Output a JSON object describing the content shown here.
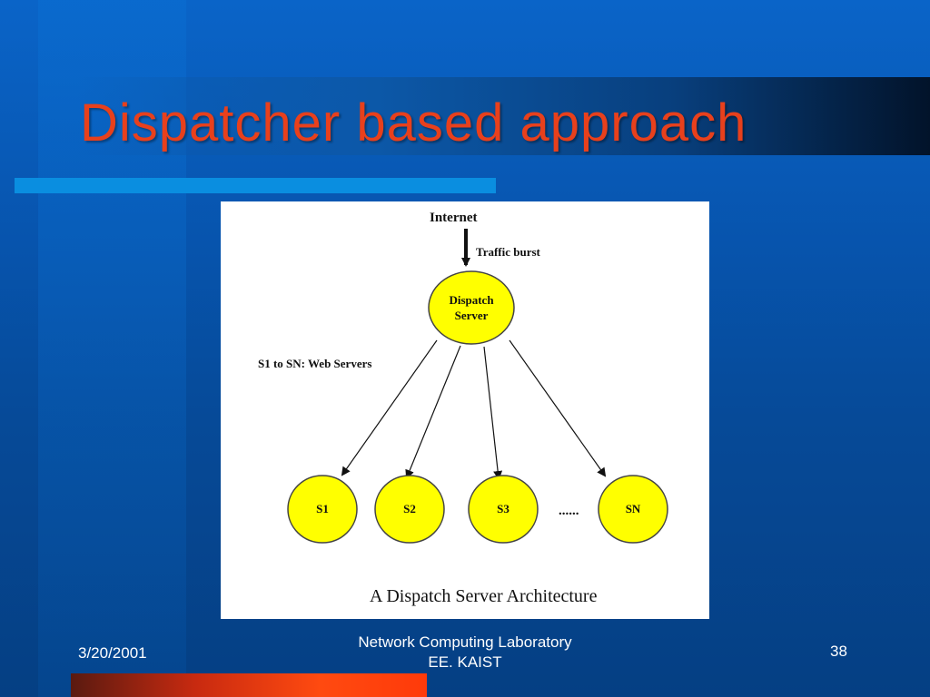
{
  "slide": {
    "title": "Dispatcher based approach",
    "footer": {
      "date": "3/20/2001",
      "org_line1": "Network Computing Laboratory",
      "org_line2": "EE. KAIST",
      "page_number": "38"
    }
  },
  "diagram": {
    "internet_label": "Internet",
    "traffic_label": "Traffic burst",
    "dispatch_label_line1": "Dispatch",
    "dispatch_label_line2": "Server",
    "legend_note": "S1 to SN:  Web Servers",
    "servers": [
      "S1",
      "S2",
      "S3",
      "SN"
    ],
    "ellipsis": "......",
    "caption": "A  Dispatch  Server  Architecture",
    "node_fill": "#ffff00",
    "node_stroke": "#444444"
  }
}
